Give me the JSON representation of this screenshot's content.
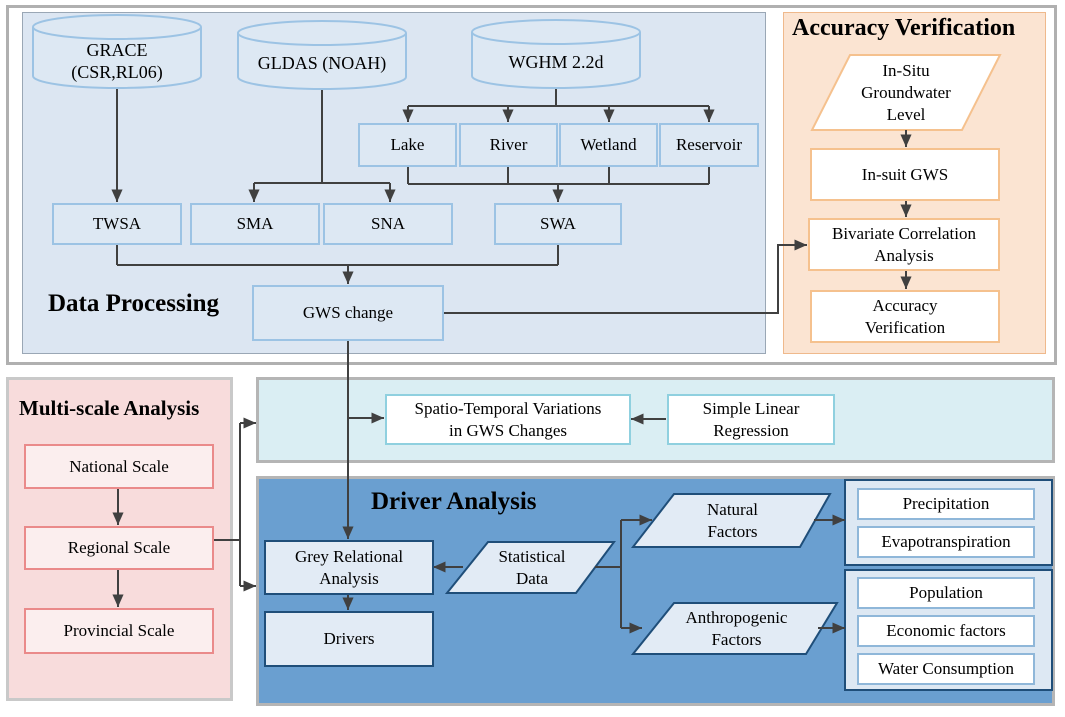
{
  "sections": {
    "data_processing": "Data Processing",
    "accuracy_verification": "Accuracy Verification",
    "multi_scale": "Multi-scale Analysis",
    "driver_analysis": "Driver Analysis"
  },
  "sources": {
    "grace_line1": "GRACE",
    "grace_line2": "(CSR,RL06)",
    "gldas": "GLDAS (NOAH)",
    "wghm": "WGHM 2.2d"
  },
  "wghm_components": {
    "lake": "Lake",
    "river": "River",
    "wetland": "Wetland",
    "reservoir": "Reservoir"
  },
  "processing": {
    "twsa": "TWSA",
    "sma": "SMA",
    "sna": "SNA",
    "swa": "SWA",
    "gws_change": "GWS change"
  },
  "verification": {
    "in_situ_line1": "In-Situ",
    "in_situ_line2": "Groundwater",
    "in_situ_line3": "Level",
    "in_suit_gws": "In-suit GWS",
    "bivariate_line1": "Bivariate Correlation",
    "bivariate_line2": "Analysis",
    "accuracy_line1": "Accuracy",
    "accuracy_line2": "Verification"
  },
  "scales": {
    "national": "National Scale",
    "regional": "Regional Scale",
    "provincial": "Provincial Scale"
  },
  "spatiotemporal": {
    "variations_line1": "Spatio-Temporal Variations",
    "variations_line2": "in GWS Changes",
    "regression_line1": "Simple Linear",
    "regression_line2": "Regression"
  },
  "drivers": {
    "grey_line1": "Grey Relational",
    "grey_line2": "Analysis",
    "drivers": "Drivers",
    "statistical_line1": "Statistical",
    "statistical_line2": "Data",
    "natural_line1": "Natural",
    "natural_line2": "Factors",
    "anthropogenic_line1": "Anthropogenic",
    "anthropogenic_line2": "Factors",
    "precipitation": "Precipitation",
    "evapotranspiration": "Evapotranspiration",
    "population": "Population",
    "economic": "Economic factors",
    "water": "Water Consumption"
  }
}
